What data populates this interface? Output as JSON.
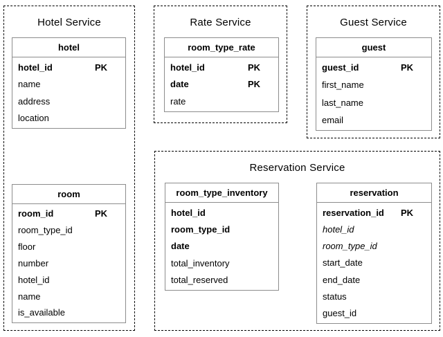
{
  "colors": {
    "background": "#ffffff",
    "text": "#000000",
    "table_border": "#8c8c8c",
    "service_border": "#000000"
  },
  "services": {
    "hotel": {
      "title": "Hotel Service"
    },
    "rate": {
      "title": "Rate Service"
    },
    "guest": {
      "title": "Guest Service"
    },
    "reservation": {
      "title": "Reservation Service"
    }
  },
  "tables": {
    "hotel": {
      "title": "hotel",
      "fields": [
        {
          "name": "hotel_id",
          "key": "PK"
        },
        {
          "name": "name"
        },
        {
          "name": "address"
        },
        {
          "name": "location"
        }
      ]
    },
    "room": {
      "title": "room",
      "fields": [
        {
          "name": "room_id",
          "key": "PK"
        },
        {
          "name": "room_type_id"
        },
        {
          "name": "floor"
        },
        {
          "name": "number"
        },
        {
          "name": "hotel_id"
        },
        {
          "name": "name"
        },
        {
          "name": "is_available"
        }
      ]
    },
    "room_type_rate": {
      "title": "room_type_rate",
      "fields": [
        {
          "name": "hotel_id",
          "key": "PK"
        },
        {
          "name": "date",
          "key": "PK"
        },
        {
          "name": "rate"
        }
      ]
    },
    "guest": {
      "title": "guest",
      "fields": [
        {
          "name": "guest_id",
          "key": "PK"
        },
        {
          "name": "first_name"
        },
        {
          "name": "last_name"
        },
        {
          "name": "email"
        }
      ]
    },
    "room_type_inventory": {
      "title": "room_type_inventory",
      "fields": [
        {
          "name": "hotel_id"
        },
        {
          "name": "room_type_id"
        },
        {
          "name": "date"
        },
        {
          "name": "total_inventory"
        },
        {
          "name": "total_reserved"
        }
      ]
    },
    "reservation": {
      "title": "reservation",
      "fields": [
        {
          "name": "reservation_id",
          "key": "PK"
        },
        {
          "name": "hotel_id"
        },
        {
          "name": "room_type_id"
        },
        {
          "name": "start_date"
        },
        {
          "name": "end_date"
        },
        {
          "name": "status"
        },
        {
          "name": "guest_id"
        }
      ]
    }
  }
}
